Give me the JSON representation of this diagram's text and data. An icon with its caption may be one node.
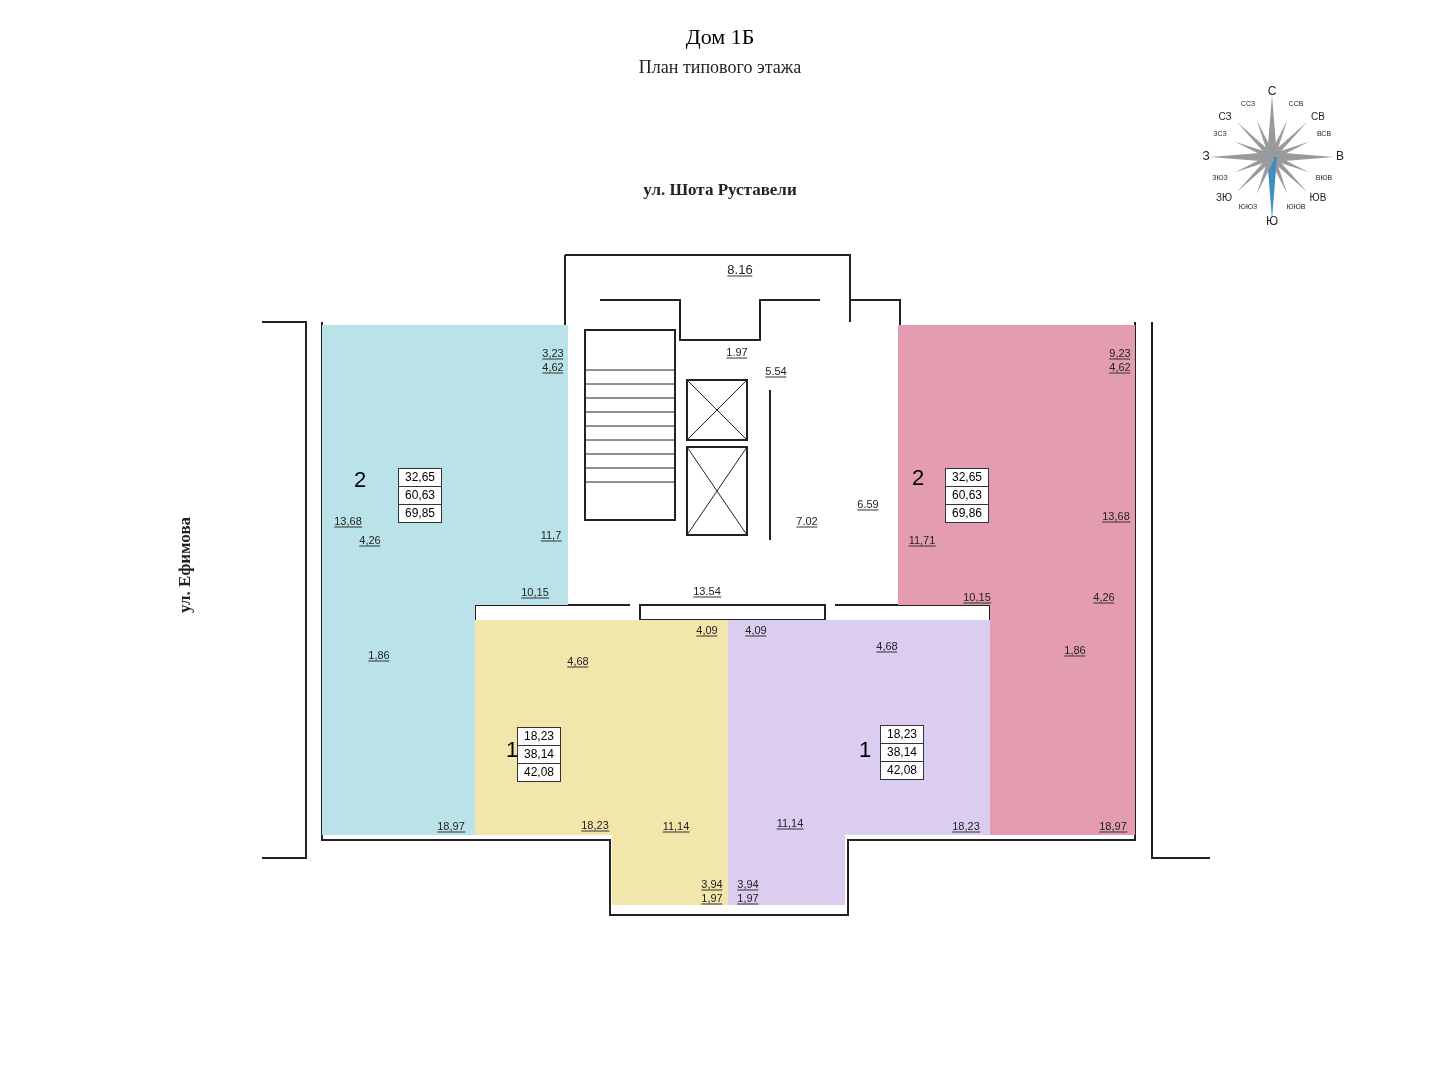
{
  "diagram": {
    "title": "Дом 1Б",
    "nodes": [
      {
        "text": [
          "2"
        ]
      },
      {
        "text": [
          "1"
        ]
      },
      {
        "text": [
          "1"
        ]
      },
      {
        "text": [
          "2"
        ]
      },
      {
        "text": [
          "32,65",
          "60,63",
          "69,85"
        ],
        "in": 0
      },
      {
        "text": [
          "18,23",
          "38,14",
          "42,08"
        ],
        "in": 1
      },
      {
        "text": [
          "18,23",
          "38,14",
          "42,08"
        ],
        "in": 2
      },
      {
        "text": [
          "32,65",
          "60,63",
          "69,86"
        ],
        "in": 3
      }
    ],
    "edges": [],
    "labels": [
      "План типового этажа",
      "ул. Шота Руставели",
      "С",
      "ССЗ",
      "ССВ",
      "СЗ",
      "СВ",
      "ЗСЗ",
      "ВСВ",
      "З",
      "В",
      "ЗЮЗ",
      "ВЮВ",
      "ЗЮ",
      "ЮВ",
      "ЮЮЗ",
      "ЮЮВ",
      "Ю",
      "ул. Ефимова",
      "8.16",
      "1.97",
      "5.54",
      "7.02",
      "6.59",
      "13.54",
      "3,23",
      "4,62",
      "13,68",
      "4,26",
      "11,7",
      "10,15",
      "1,86",
      "18,97",
      "4,68",
      "4,09",
      "18,23",
      "11,14",
      "3,94",
      "1,97",
      "4,09",
      "4,68",
      "11,14",
      "18,23",
      "3,94",
      "1,97",
      "9,23",
      "4,62",
      "11,71",
      "13,68",
      "10,15",
      "4,26",
      "1,86",
      "18,97"
    ]
  }
}
